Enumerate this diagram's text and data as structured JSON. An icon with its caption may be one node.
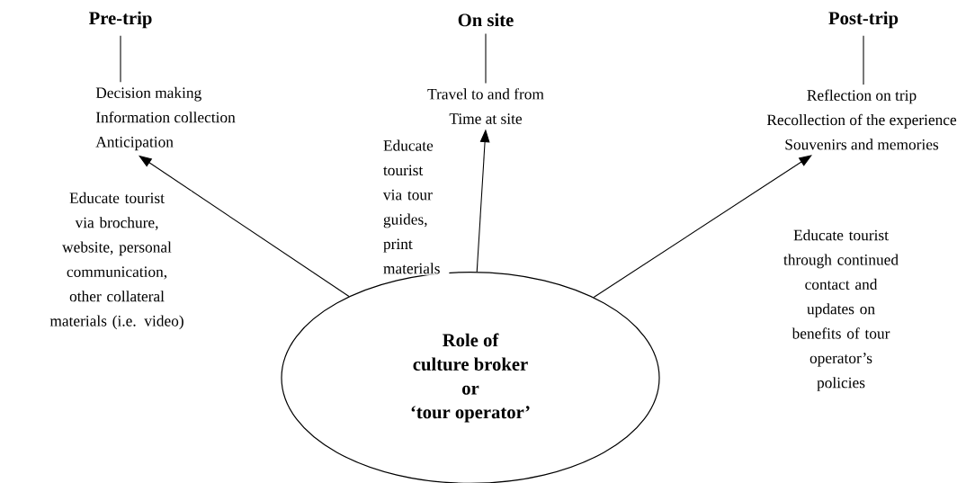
{
  "diagram": {
    "nodes": [
      {
        "text": [
          "Pre-trip"
        ]
      },
      {
        "text": [
          "Decision making",
          "Information collection",
          "Anticipation"
        ]
      },
      {
        "text": [
          "On site"
        ]
      },
      {
        "text": [
          "Travel to and from",
          "Time at site"
        ]
      },
      {
        "text": [
          "Post-trip"
        ]
      },
      {
        "text": [
          "Reflection on trip",
          "Recollection of the experience",
          "Souvenirs and memories"
        ]
      },
      {
        "text": [
          "Role of",
          "culture broker",
          "or",
          "‘tour operator’"
        ]
      }
    ],
    "edges": [
      {
        "from": 0,
        "to": 1,
        "arrow": "none"
      },
      {
        "from": 2,
        "to": 3,
        "arrow": "none"
      },
      {
        "from": 4,
        "to": 5,
        "arrow": "none"
      },
      {
        "from": 6,
        "to": 1,
        "arrow": "to",
        "label": "Educate tourist via brochure, website, personal communication, other collateral materials (i.e. video)"
      },
      {
        "from": 6,
        "to": 3,
        "arrow": "to",
        "label": "Educate tourist via tour guides, print materials"
      },
      {
        "from": 6,
        "to": 5,
        "arrow": "to",
        "label": "Educate tourist through continued contact and updates on benefits of tour operator’s policies"
      }
    ]
  }
}
